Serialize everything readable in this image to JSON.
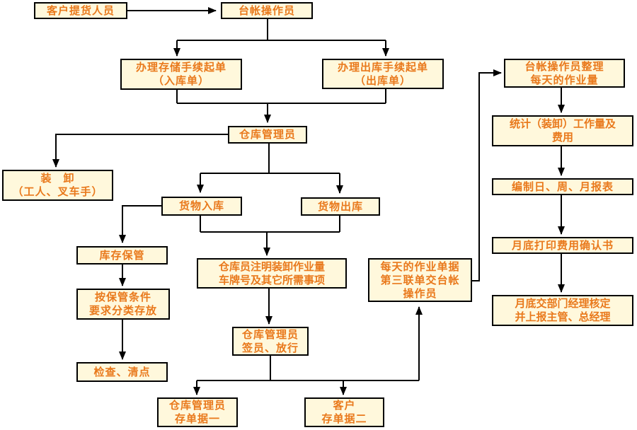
{
  "diagram": {
    "type": "flowchart",
    "language": "zh-CN",
    "colors": {
      "background": "#FFFFFF",
      "box_fill": "#FFF8DC",
      "box_border": "#000000",
      "box_text": "#E9791C",
      "connector": "#000000"
    }
  },
  "nodes": [
    {
      "id": "customer-pickup-staff",
      "label": "客户提货人员"
    },
    {
      "id": "ledger-operator",
      "label": "台帐操作员"
    },
    {
      "id": "storage-procedure-order",
      "label": "办理存储手续起单\n（入库单）"
    },
    {
      "id": "outbound-procedure-order",
      "label": "办理出库手续起单\n（出库单）"
    },
    {
      "id": "warehouse-manager",
      "label": "仓库管理员"
    },
    {
      "id": "loading-unloading",
      "label": "装　卸\n（工人、叉车手）"
    },
    {
      "id": "goods-inbound",
      "label": "货物入库"
    },
    {
      "id": "goods-outbound",
      "label": "货物出库"
    },
    {
      "id": "inventory-keeping",
      "label": "库存保管"
    },
    {
      "id": "classified-storage",
      "label": "按保管条件\n要求分类存放"
    },
    {
      "id": "inspection-count",
      "label": "检查、清点"
    },
    {
      "id": "clerk-notes-workload",
      "label": "仓库员注明装卸作业量\n车牌号及其它所需事项"
    },
    {
      "id": "manager-sign-release",
      "label": "仓库管理员\n签员、放行"
    },
    {
      "id": "daily-docs-to-ledger",
      "label": "每天的作业单据\n第三联单交台帐\n操作员"
    },
    {
      "id": "manager-keeps-copy1",
      "label": "仓库管理员\n存单据一"
    },
    {
      "id": "customer-keeps-copy2",
      "label": "客户\n存单据二"
    },
    {
      "id": "ledger-operator-collate",
      "label": "台帐操作员整理\n每天的作业量"
    },
    {
      "id": "stats-workload-fees",
      "label": "统计（装卸）工作量及\n费用"
    },
    {
      "id": "compile-reports",
      "label": "编制日、周、月报表"
    },
    {
      "id": "print-fee-confirmation",
      "label": "月底打印费用确认书"
    },
    {
      "id": "month-end-approval",
      "label": "月底交部门经理核定\n并上报主管、总经理"
    }
  ]
}
